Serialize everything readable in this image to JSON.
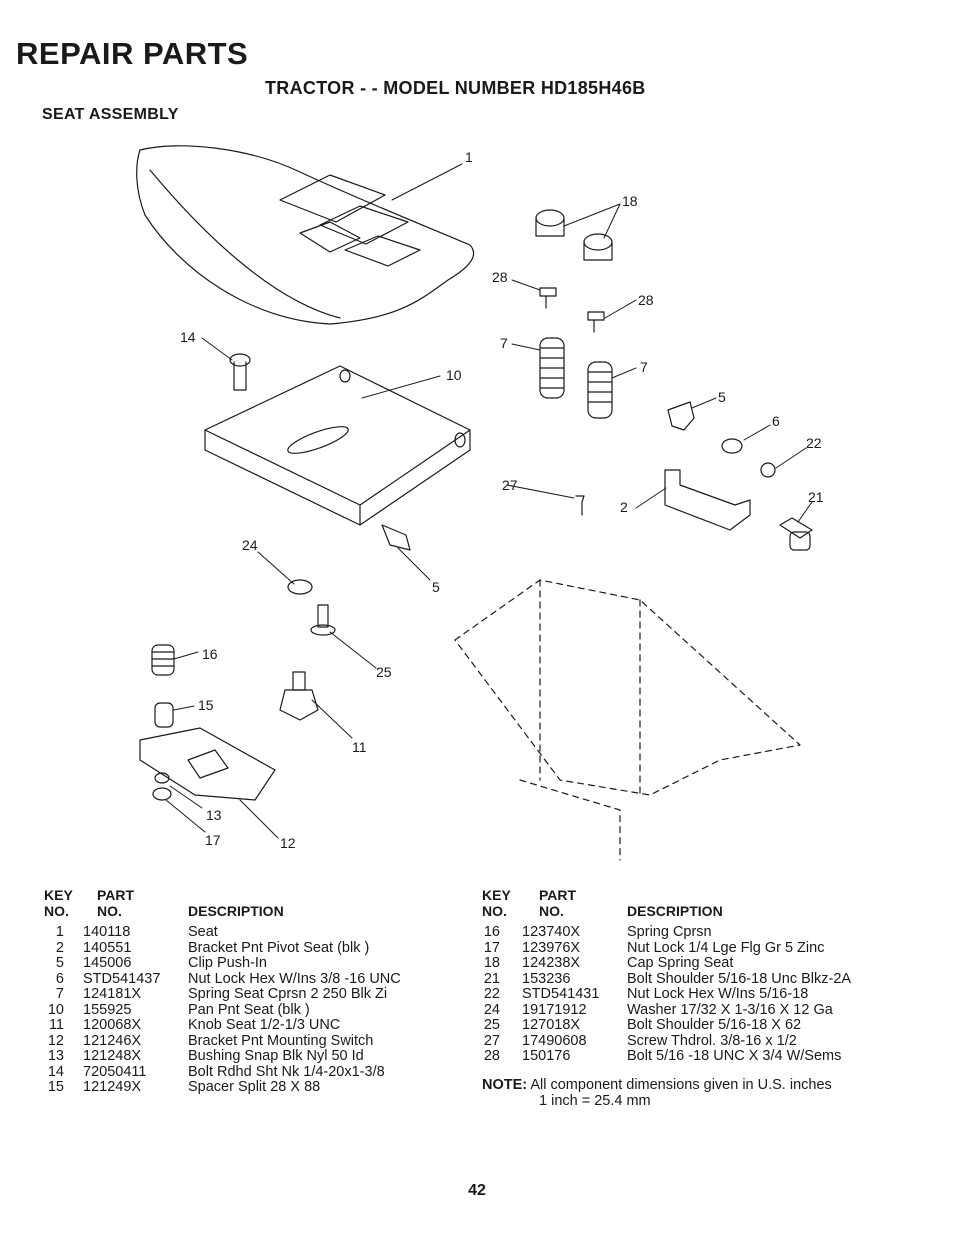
{
  "header": {
    "title": "REPAIR PARTS",
    "subtitle": "TRACTOR - - MODEL NUMBER HD185H46B",
    "section": "SEAT ASSEMBLY"
  },
  "diagram": {
    "callouts": [
      "1",
      "18",
      "28",
      "28",
      "7",
      "7",
      "5",
      "6",
      "22",
      "21",
      "27",
      "2",
      "14",
      "10",
      "24",
      "5",
      "16",
      "25",
      "15",
      "11",
      "13",
      "17",
      "12"
    ]
  },
  "table_headers": {
    "key_line1": "KEY",
    "key_line2": "NO.",
    "part_line1": "PART",
    "part_line2": "NO.",
    "description": "DESCRIPTION"
  },
  "parts_left": [
    {
      "key": "1",
      "part": "140118",
      "desc": "Seat"
    },
    {
      "key": "2",
      "part": "140551",
      "desc": "Bracket Pnt Pivot Seat (blk )"
    },
    {
      "key": "5",
      "part": "145006",
      "desc": "Clip Push-In"
    },
    {
      "key": "6",
      "part": "STD541437",
      "desc": "Nut Lock Hex W/Ins 3/8 -16 UNC"
    },
    {
      "key": "7",
      "part": "124181X",
      "desc": "Spring Seat Cprsn 2 250 Blk Zi"
    },
    {
      "key": "10",
      "part": "155925",
      "desc": "Pan Pnt Seat (blk )"
    },
    {
      "key": "11",
      "part": "120068X",
      "desc": "Knob Seat  1/2-1/3 UNC"
    },
    {
      "key": "12",
      "part": "121246X",
      "desc": "Bracket Pnt Mounting Switch"
    },
    {
      "key": "13",
      "part": "121248X",
      "desc": "Bushing Snap Blk Nyl  50 Id"
    },
    {
      "key": "14",
      "part": "72050411",
      "desc": "Bolt Rdhd Sht Nk 1/4-20x1-3/8"
    },
    {
      "key": "15",
      "part": "121249X",
      "desc": "Spacer Split  28 X 88"
    }
  ],
  "parts_right": [
    {
      "key": "16",
      "part": "123740X",
      "desc": "Spring Cprsn"
    },
    {
      "key": "17",
      "part": "123976X",
      "desc": "Nut Lock 1/4 Lge Flg Gr 5 Zinc"
    },
    {
      "key": "18",
      "part": "124238X",
      "desc": "Cap Spring Seat"
    },
    {
      "key": "21",
      "part": "153236",
      "desc": "Bolt Shoulder 5/16-18 Unc Blkz-2A"
    },
    {
      "key": "22",
      "part": "STD541431",
      "desc": "Nut Lock Hex W/Ins 5/16-18"
    },
    {
      "key": "24",
      "part": "19171912",
      "desc": "Washer 17/32 X 1-3/16 X 12 Ga"
    },
    {
      "key": "25",
      "part": "127018X",
      "desc": "Bolt Shoulder 5/16-18 X  62"
    },
    {
      "key": "27",
      "part": "17490608",
      "desc": "Screw Thdrol.  3/8-16 x 1/2"
    },
    {
      "key": "28",
      "part": "150176",
      "desc": "Bolt 5/16 -18 UNC X 3/4 W/Sems"
    }
  ],
  "note": {
    "label": "NOTE:",
    "line1": "All component dimensions given in U.S. inches",
    "line2": "1 inch = 25.4 mm"
  },
  "page_number": "42"
}
